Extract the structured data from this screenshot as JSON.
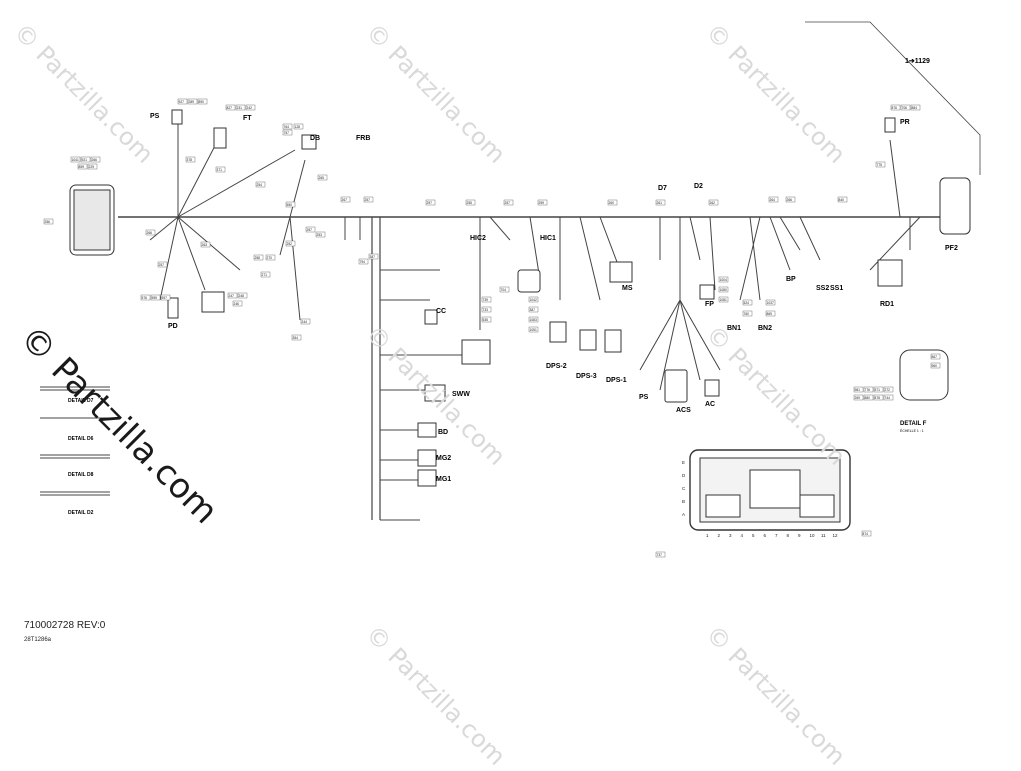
{
  "watermark": "© Partzilla.com",
  "watermark_large": "© Partzilla.com",
  "reference": "1➔1129",
  "footer": {
    "code": "710002728 REV:0",
    "sub": "28T1286a"
  },
  "connectors": {
    "PS": "PS",
    "FT": "FT",
    "DB": "DB",
    "FRB": "FRB",
    "PD": "PD",
    "CC": "CC",
    "HIC2": "HIC2",
    "HIC1": "HIC1",
    "MS": "MS",
    "D7": "D7",
    "D2": "D2",
    "FP": "FP",
    "BP": "BP",
    "SS2": "SS2",
    "SS1": "SS1",
    "PR": "PR",
    "PF2": "PF2",
    "RD1": "RD1",
    "BN1": "BN1",
    "BN2": "BN2",
    "SWW": "SWW",
    "BD": "BD",
    "MG2": "MG2",
    "MG1": "MG1",
    "DPS2": "DPS-2",
    "DPS3": "DPS-3",
    "DPS1": "DPS-1",
    "ACS": "ACS",
    "AC": "AC",
    "PS2": "PS"
  },
  "details": {
    "d7": "DETAIL D7",
    "d6": "DETAIL D6",
    "d8": "DETAIL D8",
    "d2": "DETAIL D2",
    "f": "DETAIL F"
  },
  "detail_f_scale": "ÉCHELLE 1 : 1",
  "fuse_box": {
    "rows": [
      "E",
      "D",
      "C",
      "B",
      "A"
    ],
    "cols": [
      "1",
      "2",
      "3",
      "4",
      "5",
      "6",
      "7",
      "8",
      "9",
      "10",
      "11",
      "12"
    ]
  },
  "callouts": [
    "927",
    "289",
    "890",
    "827",
    "231",
    "242",
    "764",
    "757",
    "128",
    "378",
    "371",
    "254",
    "550",
    "257",
    "265",
    "266",
    "263",
    "257",
    "267",
    "257",
    "297",
    "255",
    "257",
    "259",
    "260",
    "261",
    "262",
    "264",
    "266",
    "840",
    "775",
    "876",
    "706",
    "884",
    "1041",
    "921",
    "266",
    "859",
    "229",
    "256",
    "576",
    "595",
    "597",
    "247",
    "248",
    "246",
    "258",
    "270",
    "271",
    "252",
    "253",
    "244",
    "354",
    "387",
    "794",
    "704",
    "739",
    "733",
    "535",
    "1042",
    "387",
    "1083",
    "1051",
    "1004",
    "1080",
    "1081",
    "524",
    "760",
    "1037",
    "869",
    "867",
    "960",
    "981",
    "776",
    "571",
    "272",
    "269",
    "880",
    "878",
    "744",
    "737",
    "874"
  ]
}
